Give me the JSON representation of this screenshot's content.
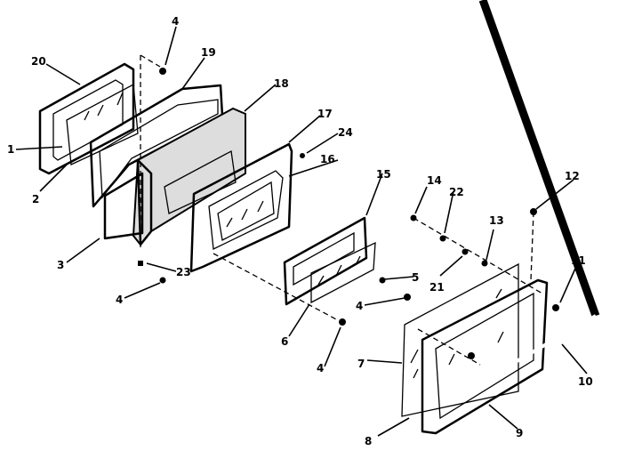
{
  "diagram": {
    "title": "Oven door exploded parts view",
    "callouts": {
      "c1": "1",
      "c2": "2",
      "c3": "3",
      "c4a": "4",
      "c4b": "4",
      "c4c": "4",
      "c4d": "4",
      "c5": "5",
      "c6": "6",
      "c7": "7",
      "c8": "8",
      "c9": "9",
      "c10": "10",
      "c11": "11",
      "c12": "12",
      "c13": "13",
      "c14": "14",
      "c15": "15",
      "c16": "16",
      "c17": "17",
      "c18": "18",
      "c19": "19",
      "c20": "20",
      "c21": "21",
      "c22": "22",
      "c23": "23",
      "c24": "24"
    }
  }
}
